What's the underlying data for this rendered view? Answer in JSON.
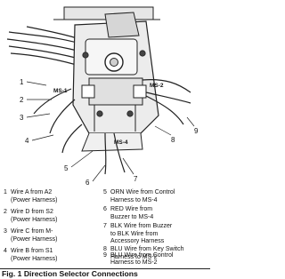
{
  "diagram": {
    "callouts": [
      "1",
      "2",
      "3",
      "4",
      "5",
      "6",
      "7",
      "8",
      "9"
    ],
    "switch_labels": [
      "MS-1",
      "MS-2",
      "MS-4"
    ]
  },
  "legend": [
    {
      "num": "1",
      "lines": [
        "Wire A from A2",
        "(Power Harness)"
      ]
    },
    {
      "num": "2",
      "lines": [
        "Wire D from S2",
        "(Power Harness)"
      ]
    },
    {
      "num": "3",
      "lines": [
        "Wire C from M-",
        "(Power Harness)"
      ]
    },
    {
      "num": "4",
      "lines": [
        "Wire B from S1",
        "(Power Harness)"
      ]
    },
    {
      "num": "5",
      "lines": [
        "ORN Wire from Control",
        "Harness to MS-4"
      ]
    },
    {
      "num": "6",
      "lines": [
        "RED Wire from",
        "Buzzer to MS-4"
      ]
    },
    {
      "num": "7",
      "lines": [
        "BLK Wire from Buzzer",
        "to BLK Wire from",
        "Accessory Harness"
      ]
    },
    {
      "num": "8",
      "lines": [
        "BLU Wire from Key Switch",
        "Harness to MS-2"
      ]
    },
    {
      "num": "9",
      "lines": [
        "BLU Wire from Control",
        "Harness to MS-2"
      ]
    }
  ],
  "caption": "Fig. 1  Direction Selector Connections"
}
